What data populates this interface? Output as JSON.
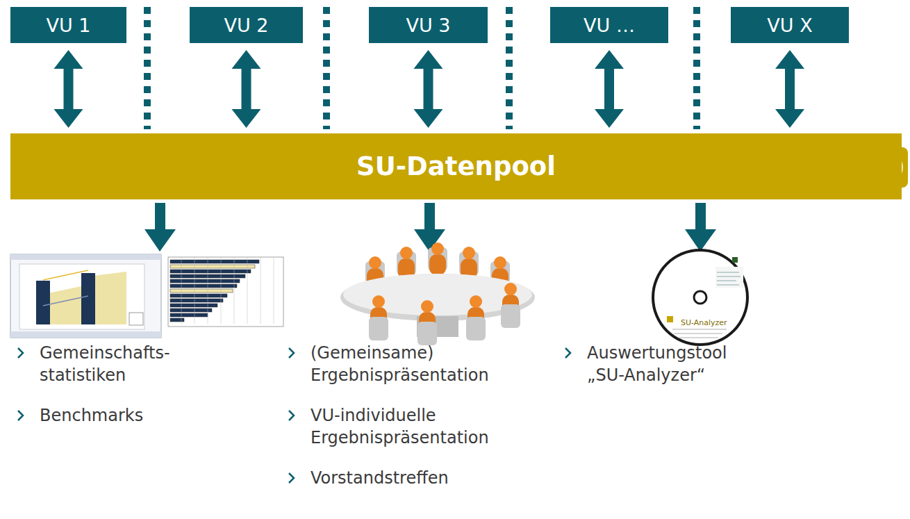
{
  "diagram": {
    "nodes": [
      {
        "text": [
          "VU 1"
        ]
      },
      {
        "text": [
          "VU 2"
        ]
      },
      {
        "text": [
          "VU 3"
        ]
      },
      {
        "text": [
          "VU …"
        ]
      },
      {
        "text": [
          "VU X"
        ]
      },
      {
        "text": [
          "SU-Datenpool"
        ]
      }
    ],
    "edges": [
      {
        "from": 0,
        "to": 5,
        "arrow": "both"
      },
      {
        "from": 1,
        "to": 5,
        "arrow": "both"
      },
      {
        "from": 2,
        "to": 5,
        "arrow": "both"
      },
      {
        "from": 3,
        "to": 5,
        "arrow": "both"
      },
      {
        "from": 4,
        "to": 5,
        "arrow": "both"
      }
    ],
    "labels": [
      "Gemeinschafts- statistiken",
      "Benchmarks",
      "(Gemeinsame) Ergebnispräsentation",
      "VU-individuelle Ergebnispräsentation",
      "Vorstandstreffen",
      "Auswertungstool „SU-Analyzer“",
      "SU-Analyzer"
    ]
  }
}
